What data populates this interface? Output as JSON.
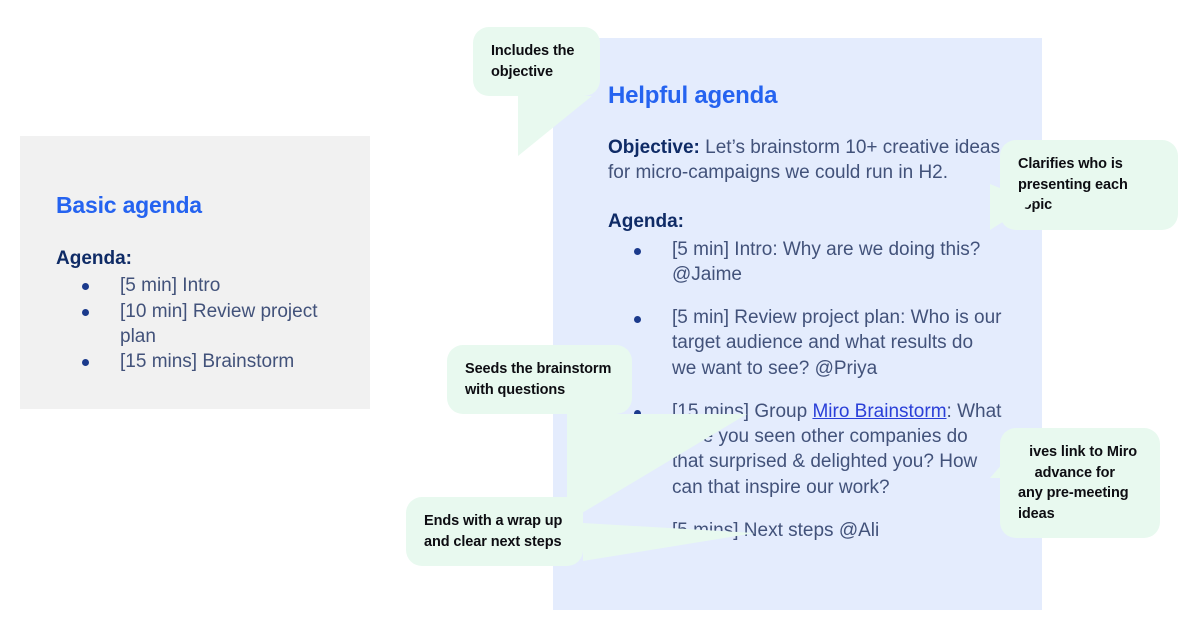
{
  "colors": {
    "accent_blue": "#2563f0",
    "text_dark_blue": "#0f2b66",
    "body_text": "#42527a",
    "panel_grey": "#f1f1f1",
    "panel_blue": "#e4ecfd",
    "callout_green": "#e8f9ef",
    "link_blue": "#2a3fd8",
    "bullet": "#1b3a8c"
  },
  "basic_panel": {
    "title": "Basic agenda",
    "agenda_label": "Agenda:",
    "items": [
      "[5 min] Intro",
      "[10 min] Review project plan",
      "[15 mins] Brainstorm"
    ]
  },
  "helpful_panel": {
    "title": "Helpful agenda",
    "objective_label": "Objective:",
    "objective_text": " Let’s brainstorm 10+ creative ideas for micro-campaigns we could run in H2.",
    "agenda_label": "Agenda:",
    "items": [
      {
        "before": "[5 min] Intro: Why are we doing this? @Jaime",
        "link": "",
        "after": ""
      },
      {
        "before": "[5 min] Review project plan: Who is our target audience and what results do we want to see? @Priya",
        "link": "",
        "after": ""
      },
      {
        "before": "[15 mins] Group ",
        "link": "Miro Brainstorm",
        "after": ": What have you seen other companies do that surprised & delighted you? How can that inspire our work?"
      },
      {
        "before": "[5 mins] Next steps @Ali",
        "link": "",
        "after": ""
      }
    ]
  },
  "callouts": [
    {
      "id": "objective",
      "text": "Includes the objective"
    },
    {
      "id": "clarifies",
      "text": "Clarifies who is presenting each topic"
    },
    {
      "id": "seeds",
      "text": "Seeds the brainstorm with questions"
    },
    {
      "id": "miro",
      "text": "Gives link to Miro in advance for any pre-meeting ideas"
    },
    {
      "id": "wrapup",
      "text": "Ends with a wrap up and clear next steps"
    }
  ]
}
